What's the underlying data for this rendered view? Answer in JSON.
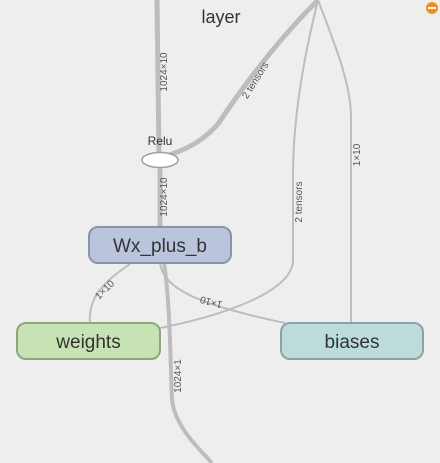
{
  "graph": {
    "title": "layer",
    "relu": {
      "label": "Relu"
    },
    "nodes": {
      "wx_plus_b": {
        "label": "Wx_plus_b",
        "fill": "#bac5dd",
        "stroke": "#8a93a8"
      },
      "weights": {
        "label": "weights",
        "fill": "#c8e3b3",
        "stroke": "#8fa67a"
      },
      "biases": {
        "label": "biases",
        "fill": "#bcdcdc",
        "stroke": "#8aa3a3"
      }
    },
    "edges": {
      "input_to_relu": "1024×10",
      "top_to_relu": "2 tensors",
      "relu_to_wx": "1024×10",
      "top_to_weights": "2 tensors",
      "top_to_biases": "1×10",
      "weights_to_wx": "1×10",
      "biases_to_wx": "1×10",
      "wx_output": "1024×1"
    },
    "edge_color": "#bdbdbd",
    "badge_color": "#f0901c"
  }
}
